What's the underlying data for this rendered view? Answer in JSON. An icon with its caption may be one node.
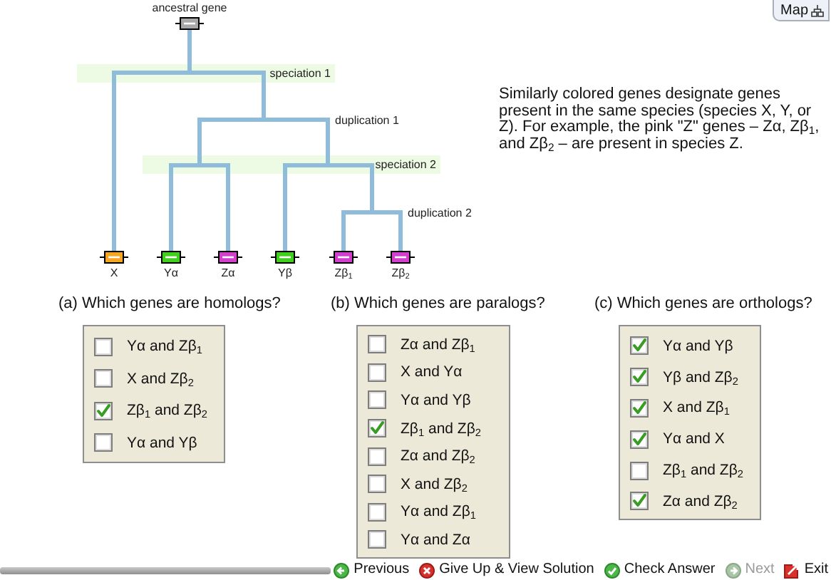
{
  "diagram": {
    "nodes": [
      {
        "text": [
          "ancestral gene"
        ]
      },
      {
        "text": [
          "speciation 1"
        ]
      },
      {
        "text": [
          "speciation 2"
        ]
      },
      {
        "text": [
          "X"
        ]
      },
      {
        "text": [
          "Yα"
        ]
      },
      {
        "text": [
          "Zα"
        ]
      },
      {
        "text": [
          "Yβ"
        ]
      },
      {
        "text": [
          "Zβ$_{1}$"
        ]
      },
      {
        "text": [
          "Zβ$_{2}$"
        ]
      },
      {
        "text": [
          "(a) Which genes are homologs?"
        ]
      },
      {
        "text": [],
        "shape": "checkbox",
        "beside": [
          "Yα and Zβ$_{1}$"
        ],
        "in": 9
      },
      {
        "text": [],
        "shape": "checkbox",
        "beside": [
          "X and Zβ$_{2}$"
        ],
        "in": 9
      },
      {
        "text": [],
        "shape": "checkmark",
        "beside": [
          "Zβ$_{1}$ and Zβ$_{2}$"
        ],
        "in": 9
      },
      {
        "text": [],
        "shape": "checkbox",
        "beside": [
          "Yα and Yβ"
        ],
        "in": 9
      },
      {
        "text": [
          "(b) Which genes are paralogs?"
        ]
      },
      {
        "text": [],
        "shape": "checkbox",
        "beside": [
          "Zα and Zβ$_{1}$"
        ],
        "in": 14
      },
      {
        "text": [],
        "shape": "checkbox",
        "beside": [
          "X and Yα"
        ],
        "in": 14
      },
      {
        "text": [],
        "shape": "checkbox",
        "beside": [
          "Yα and Yβ"
        ],
        "in": 14
      },
      {
        "text": [],
        "shape": "checkmark",
        "beside": [
          "Zβ$_{1}$ and Zβ$_{2}$"
        ],
        "in": 14
      },
      {
        "text": [],
        "shape": "checkbox",
        "beside": [
          "Zα and Zβ$_{2}$"
        ],
        "in": 14
      },
      {
        "text": [],
        "shape": "checkbox",
        "beside": [
          "X and Zβ$_{2}$"
        ],
        "in": 14
      },
      {
        "text": [],
        "shape": "checkbox",
        "beside": [
          "Yα and Zβ$_{1}$"
        ],
        "in": 14
      },
      {
        "text": [],
        "shape": "checkbox",
        "beside": [
          "Yα and Zα"
        ],
        "in": 14
      },
      {
        "text": [
          "(c) Which genes are orthologs?"
        ]
      },
      {
        "text": [],
        "shape": "checkmark",
        "beside": [
          "Yα and Yβ"
        ],
        "in": 23
      },
      {
        "text": [],
        "shape": "checkmark",
        "beside": [
          "Yβ and Zβ$_{2}$"
        ],
        "in": 23
      },
      {
        "text": [],
        "shape": "checkmark",
        "beside": [
          "X and Zβ$_{1}$"
        ],
        "in": 23
      },
      {
        "text": [],
        "shape": "checkmark",
        "beside": [
          "Yα and X"
        ],
        "in": 23
      },
      {
        "text": [],
        "shape": "checkbox",
        "beside": [
          "Zβ$_{1}$ and Zβ$_{2}$"
        ],
        "in": 23
      },
      {
        "text": [],
        "shape": "checkmark",
        "beside": [
          "Zα and Zβ$_{2}$"
        ],
        "in": 23
      }
    ],
    "edges": [
      {
        "from": 0,
        "to": 1,
        "arrow": "none"
      },
      {
        "from": 1,
        "to": 3,
        "arrow": "none"
      },
      {
        "from": 1,
        "to": 2,
        "arrow": "none"
      },
      {
        "from": 2,
        "to": 4,
        "arrow": "none"
      },
      {
        "from": 2,
        "to": 5,
        "arrow": "none"
      },
      {
        "from": 2,
        "to": 6,
        "arrow": "none"
      },
      {
        "from": 2,
        "to": 7,
        "arrow": "none"
      },
      {
        "from": 2,
        "to": 8,
        "arrow": "none"
      }
    ],
    "labels": [
      "Map",
      "Similarly colored genes designate genes present in the same species (species X, Y, or Z). For example, the pink \"Z\" genes – Zα, Zβ$_{1}$, and Zβ$_{2}$ – are present in species Z.",
      "duplication 1",
      "duplication 2",
      "Previous",
      "Give Up & View Solution",
      "Check Answer",
      "Next",
      "Exit"
    ]
  }
}
